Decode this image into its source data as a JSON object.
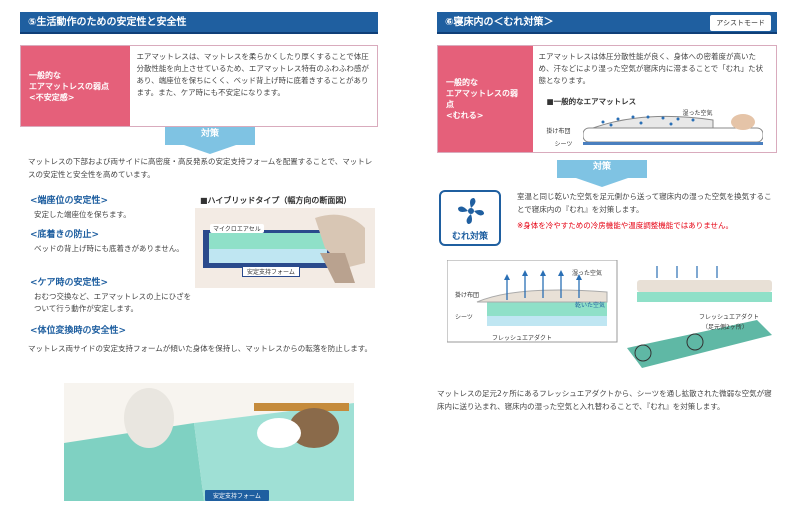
{
  "left": {
    "title": "⑤生活動作のための安定性と安全性",
    "problem_label": [
      "一般的な",
      "エアマットレスの弱点",
      "<不安定感>"
    ],
    "problem_text": "エアマットレスは、マットレスを柔らかくしたり厚くすることで体圧分散性能を向上させているため、エアマットレス特有のふわふわ感があり、端座位を保ちにくく、ベッド背上げ時に底着きすることがあります。また、ケア時にも不安定になります。",
    "taisaku": "対策",
    "intro": "マットレスの下部および両サイドに高密度・高反発系の安定支持フォームを配置することで、マットレスの安定性と安全性を高めています。",
    "features": [
      {
        "head": "<端座位の安定性>",
        "body": "安定した端座位を保ちます。"
      },
      {
        "head": "<底着きの防止>",
        "body": "ベッドの背上げ時にも底着きがありません。"
      },
      {
        "head": "<ケア時の安定性>",
        "body": "おむつ交換など、エアマットレスの上にひざをついて行う動作が安定します。"
      },
      {
        "head": "<体位変換時の安全性>",
        "body": "マットレス両サイドの安定支持フォームが傾いた身体を保持し、マットレスからの転落を防止します。"
      }
    ],
    "hybrid_caption": "■ハイブリッドタイプ（幅方向の断面図）",
    "micro_air_cell": "マイクロエアセル",
    "support_foam": "安定支持フォーム",
    "photo_tag": "安定支持フォーム"
  },
  "right": {
    "title": "⑥寝床内の＜むれ対策＞",
    "mode_tag": "アシストモード",
    "problem_label": [
      "一般的な",
      "エアマットレスの弱点",
      "<むれる>"
    ],
    "problem_text": "エアマットレスは体圧分散性能が良く、身体への密着度が高いため、汗などにより湿った空気が寝床内に滞まることで「むれ」た状態となります。",
    "general_caption": "■一般的なエアマットレス",
    "humid_air": "湿った空気",
    "blanket": "掛け布団",
    "sheet": "シーツ",
    "taisaku": "対策",
    "icon_label": "むれ対策",
    "solution_text": "室温と同じ乾いた空気を足元側から送って寝床内の湿った空気を換気することで寝床内の『むれ』を対策します。",
    "note": "※身体を冷やすための冷房機能や温度調整機能ではありません。",
    "dry_air": "乾いた空気",
    "fresh_duct": "フレッシュエアダクト",
    "fresh_duct_right": [
      "フレッシュエアダクト",
      "（足元側2ヶ所）"
    ],
    "bottom_text": "マットレスの足元2ヶ所にあるフレッシュエアダクトから、シーツを通し拡散された微弱な空気が寝床内に送り込まれ、寝床内の湿った空気と入れ替わることで、『むれ』を対策します。"
  },
  "colors": {
    "title_blue": "#1f5fa0",
    "pink": "#e5607a",
    "light_blue": "#7fc3e3",
    "red_note": "#e60012"
  }
}
